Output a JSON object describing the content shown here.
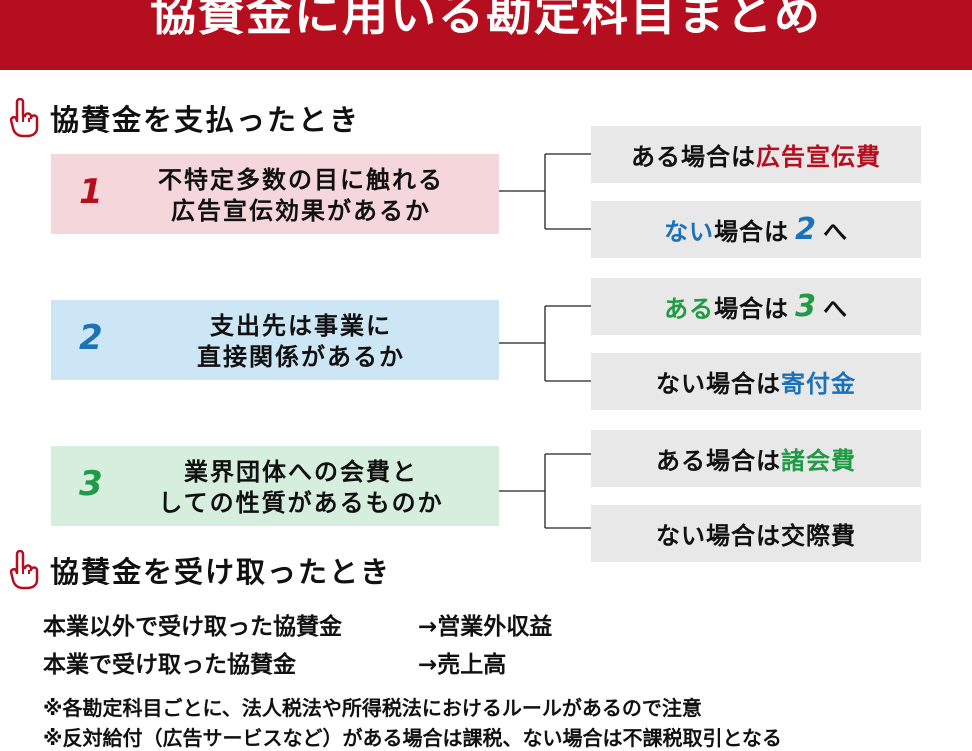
{
  "header": {
    "title": "協賛金に用いる勘定科目まとめ",
    "bg_color": "#b50f1f"
  },
  "sections": {
    "paying": {
      "title": "協賛金を支払ったとき",
      "icon": "pointing-hand-icon"
    },
    "receiving": {
      "title": "協賛金を受け取ったとき",
      "icon": "pointing-hand-icon"
    }
  },
  "questions": [
    {
      "number": "1",
      "line1": "不特定多数の目に触れる",
      "line2": "広告宣伝効果があるか",
      "bg_color": "#f5d6da",
      "number_color": "#b50f1f",
      "yes": {
        "prefix": "ある",
        "middle": "場合は",
        "num": "",
        "result": "広告宣伝費",
        "suffix": ""
      },
      "no": {
        "prefix": "ない",
        "middle": "場合は",
        "num": "2",
        "result": "",
        "suffix": "へ"
      }
    },
    {
      "number": "2",
      "line1": "支出先は事業に",
      "line2": "直接関係があるか",
      "bg_color": "#cde6f6",
      "number_color": "#1b72b8",
      "yes": {
        "prefix": "ある",
        "middle": "場合は",
        "num": "3",
        "result": "",
        "suffix": "へ"
      },
      "no": {
        "prefix": "ない",
        "middle": "場合は",
        "num": "",
        "result": "寄付金",
        "suffix": ""
      }
    },
    {
      "number": "3",
      "line1": "業界団体への会費と",
      "line2": "しての性質があるものか",
      "bg_color": "#d6eedd",
      "number_color": "#1f9a45",
      "yes": {
        "prefix": "ある",
        "middle": "場合は",
        "num": "",
        "result": "諸会費",
        "suffix": ""
      },
      "no": {
        "prefix": "ない",
        "middle": "場合は",
        "num": "",
        "result": "交際費",
        "suffix": ""
      }
    }
  ],
  "receiving_rows": [
    {
      "label": "本業以外で受け取った協賛金",
      "result": "→営業外収益"
    },
    {
      "label": "本業で受け取った協賛金",
      "result": "→売上高"
    }
  ],
  "notes": [
    "※各勘定科目ごとに、法人税法や所得税法におけるルールがあるので注意",
    "※反対給付（広告サービスなど）がある場合は課税、ない場合は不課税取引となる"
  ],
  "colors": {
    "red": "#b50f1f",
    "blue": "#1b72b8",
    "green": "#1f9a45",
    "answer_bg": "#e8e8e8"
  }
}
